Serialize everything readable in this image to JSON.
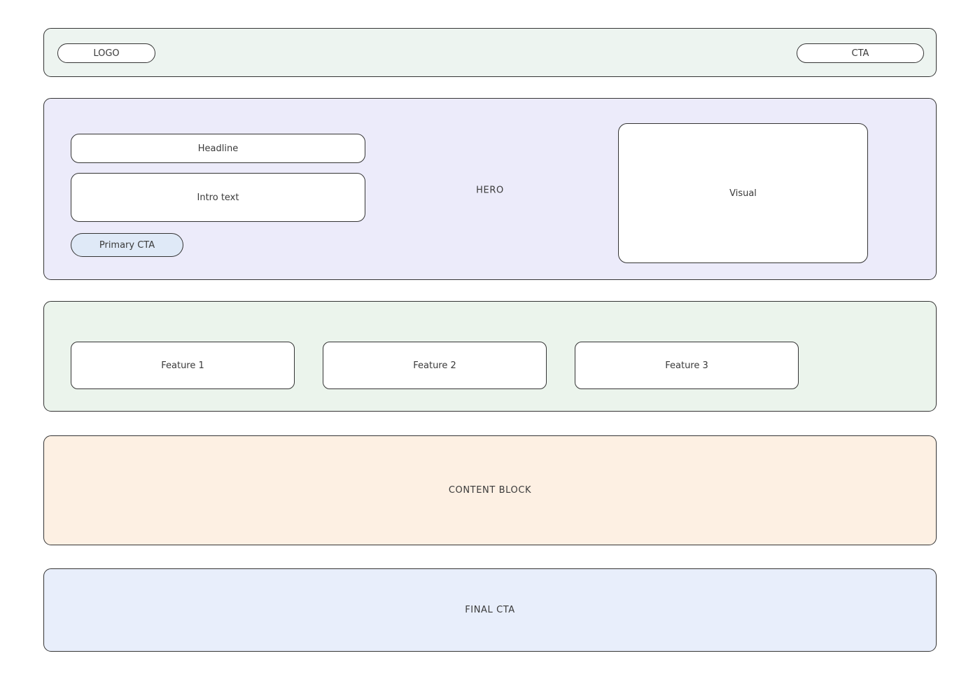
{
  "page": {
    "background": "#ffffff",
    "border_color": "#343434",
    "text_color": "#3a3a3a"
  },
  "header": {
    "background": "#edf4f0",
    "logo": "LOGO",
    "cta": "CTA"
  },
  "hero": {
    "background": "#ecebfa",
    "label": "HERO",
    "headline": "Headline",
    "intro": "Intro text",
    "primary_cta": "Primary CTA",
    "primary_cta_background": "#dfe9f7",
    "visual": "Visual"
  },
  "features": {
    "background": "#ebf4ec",
    "items": [
      {
        "label": "Feature 1"
      },
      {
        "label": "Feature 2"
      },
      {
        "label": "Feature 3"
      }
    ]
  },
  "content_block": {
    "background": "#fdf0e3",
    "label": "CONTENT BLOCK"
  },
  "final_cta": {
    "background": "#e8eefb",
    "label": "FINAL CTA"
  }
}
